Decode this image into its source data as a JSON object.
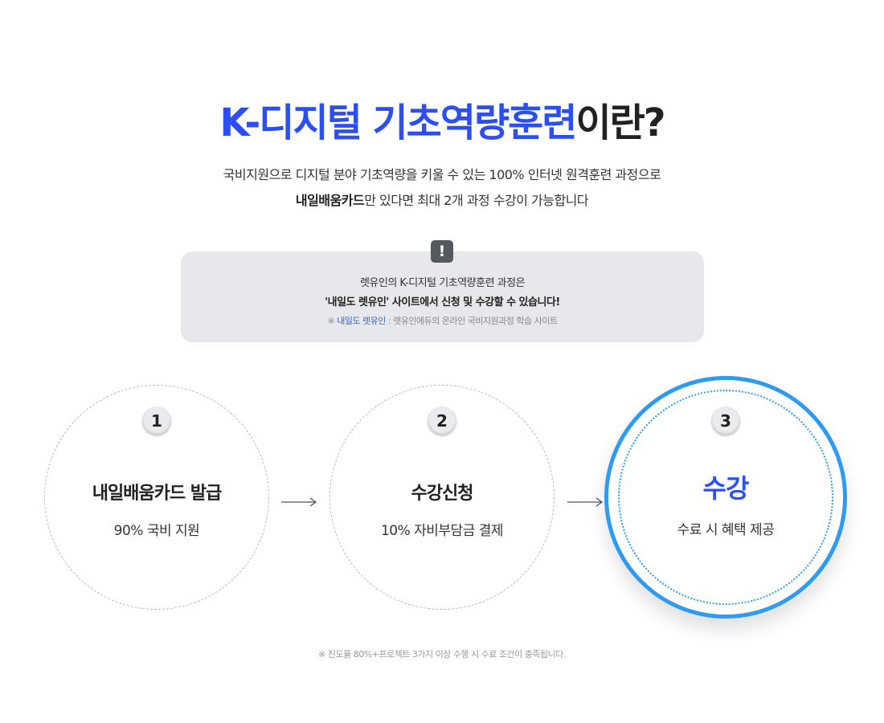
{
  "title": {
    "accent": "K-디지털 기초역량훈련",
    "rest": "이란?"
  },
  "subtitle": {
    "line1": "국비지원으로 디지털 분야 기초역량을 키울 수 있는 100% 인터넷 원격훈련 과정으로",
    "line2_bold": "내일배움카드",
    "line2_rest": "만 있다면 최대 2개 과정 수강이 가능합니다"
  },
  "notice": {
    "icon": "exclamation-icon",
    "icon_glyph": "!",
    "line1": "렛유인의 K-디지털 기초역량훈련 과정은",
    "line2": "'내일도 렛유인' 사이트에서 신청 및 수강할 수 있습니다!",
    "line3_prefix": "※",
    "line3_link": "내일도 렛유인",
    "line3_rest": " : 렛유인에듀의 온라인 국비지원과정 학습 사이트"
  },
  "steps": [
    {
      "num": "1",
      "title": "내일배움카드 발급",
      "desc": "90% 국비 지원"
    },
    {
      "num": "2",
      "title": "수강신청",
      "desc": "10% 자비부담금 결제"
    },
    {
      "num": "3",
      "title": "수강",
      "desc": "수료 시 혜택 제공"
    }
  ],
  "footnote": "※ 진도율 80%+프로젝트 3가지 이상 수행 시 수료 조건이 충족됩니다.",
  "colors": {
    "accent_blue": "#2b4ff5",
    "highlight_ring": "#2f9bf0",
    "notice_bg": "#e6e8eb"
  }
}
